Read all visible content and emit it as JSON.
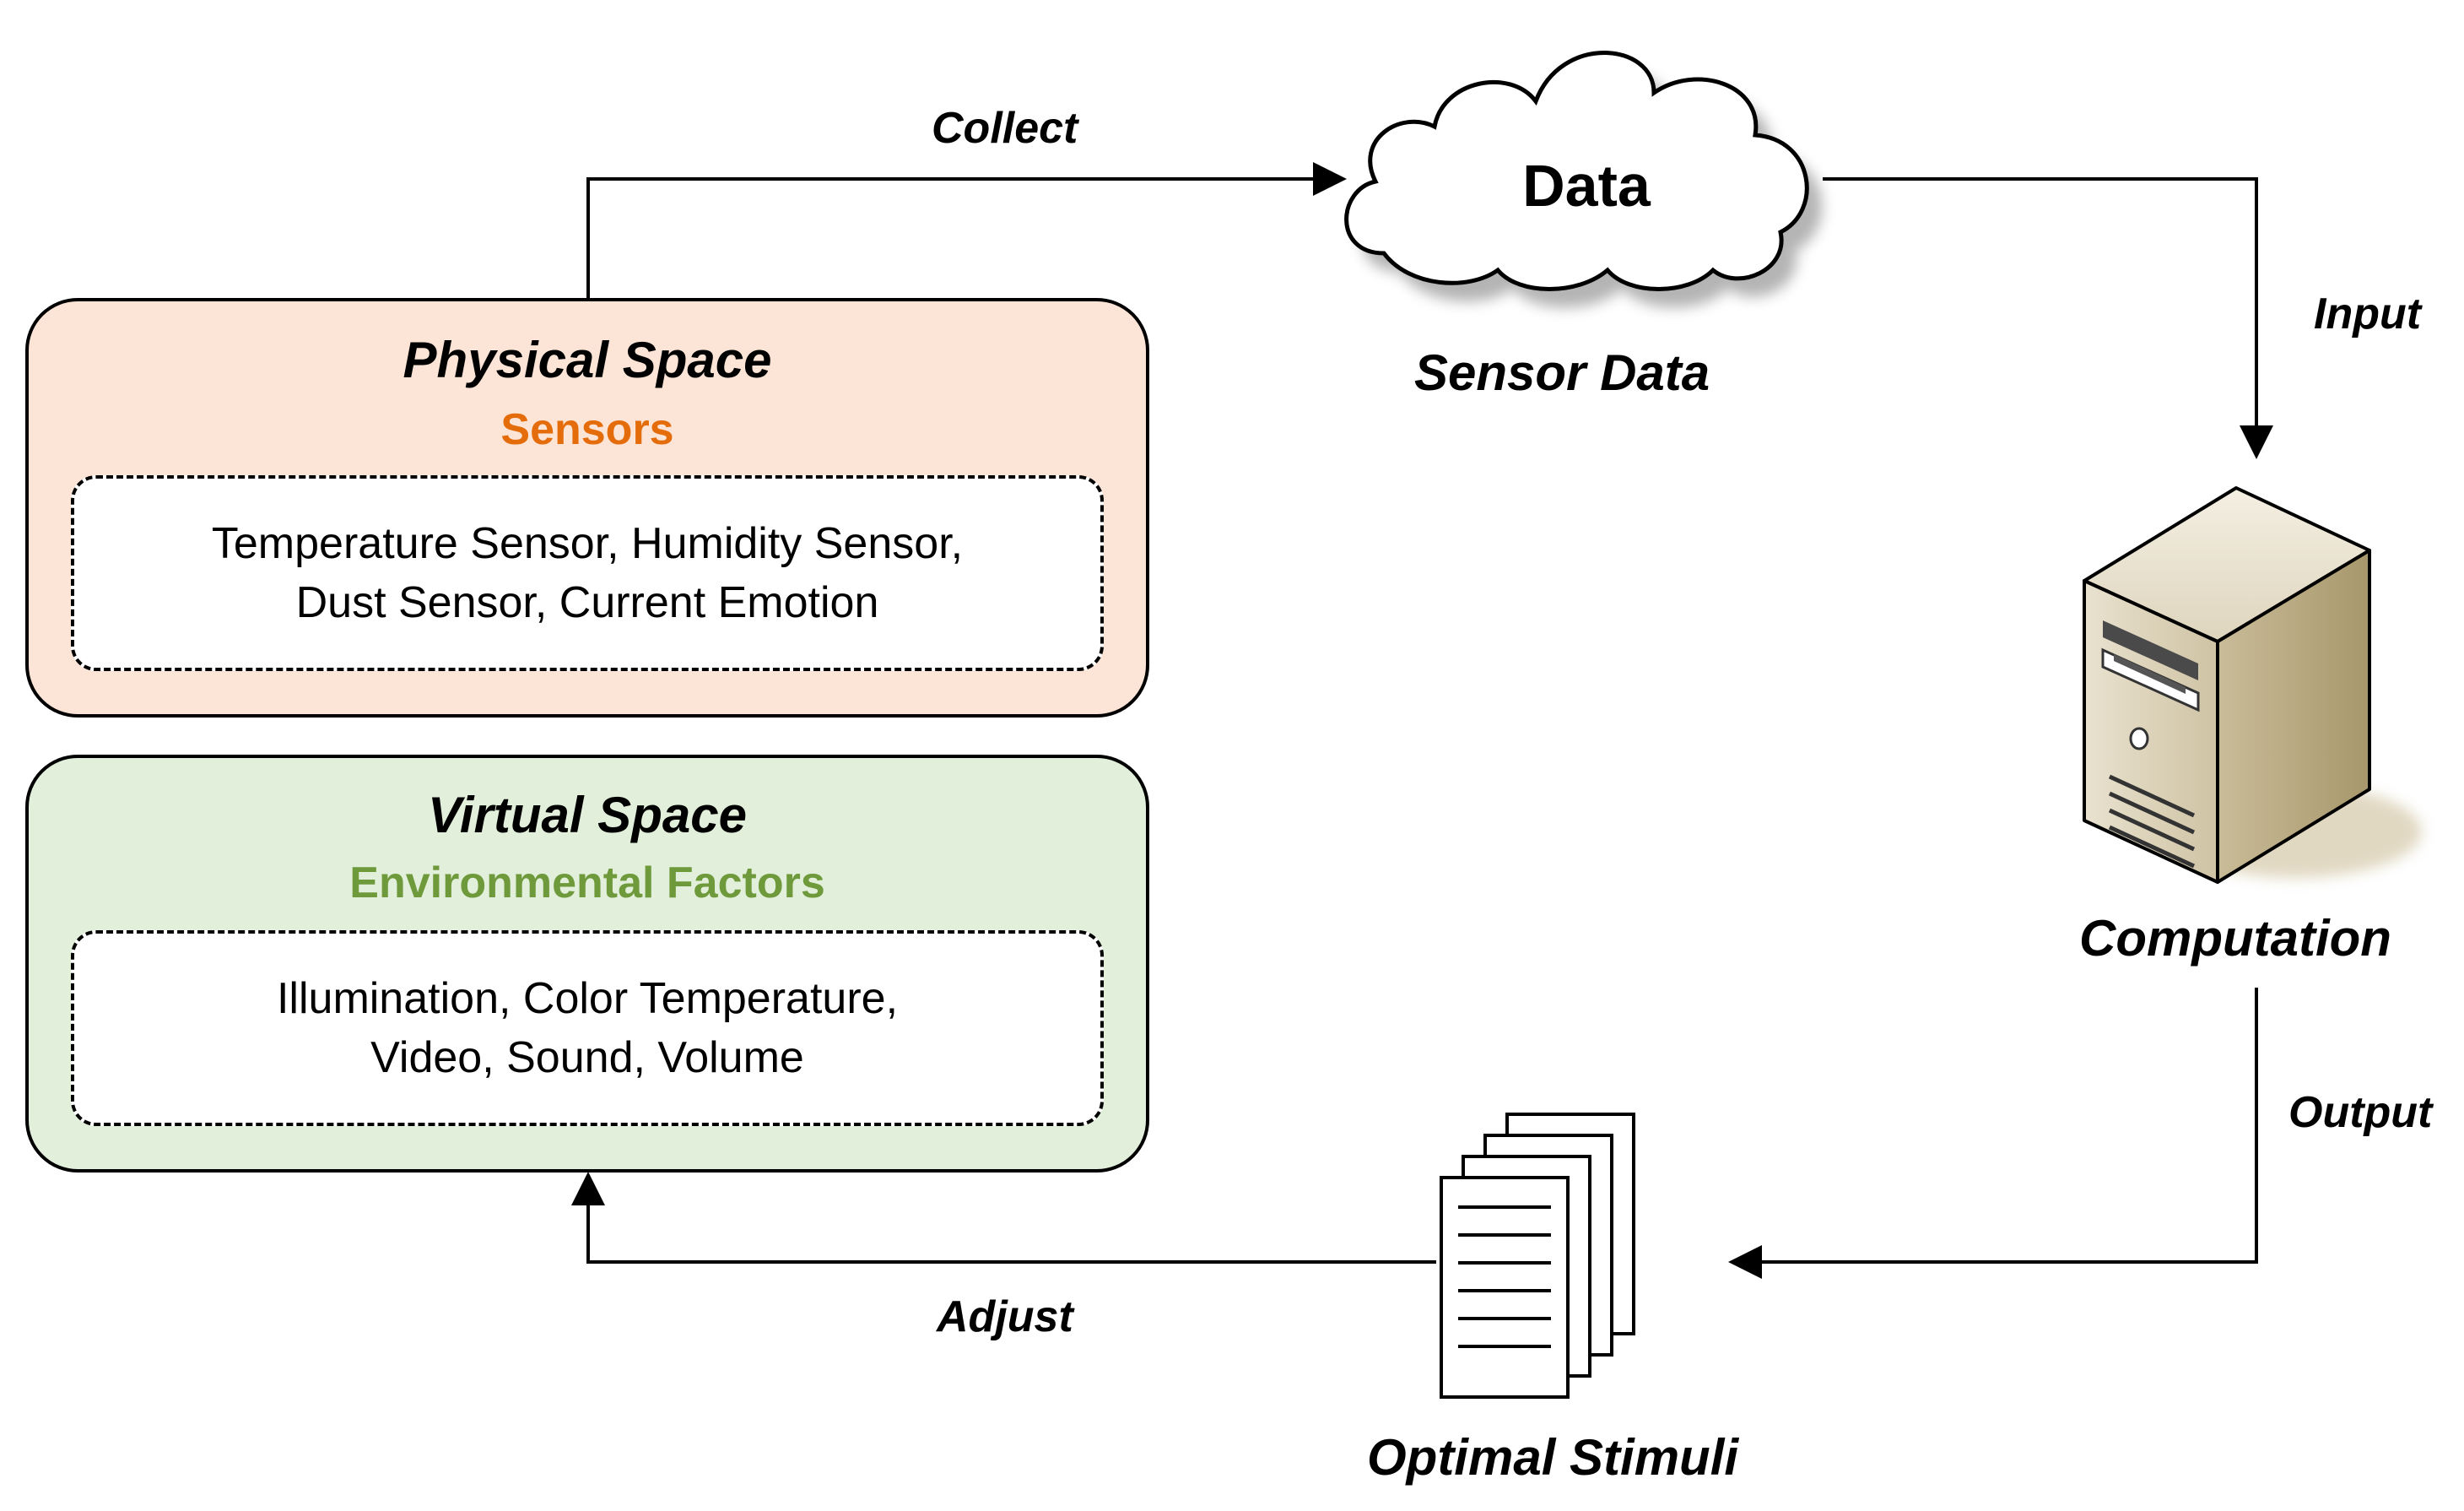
{
  "physical_space": {
    "title": "Physical Space",
    "subtitle": "Sensors",
    "items_line1": "Temperature Sensor, Humidity Sensor,",
    "items_line2": "Dust Sensor, Current Emotion"
  },
  "virtual_space": {
    "title": "Virtual Space",
    "subtitle": "Environmental Factors",
    "items_line1": "Illumination, Color Temperature,",
    "items_line2": "Video, Sound, Volume"
  },
  "cloud": {
    "inner_label": "Data",
    "caption": "Sensor Data"
  },
  "server": {
    "caption": "Computation"
  },
  "documents": {
    "caption": "Optimal Stimuli"
  },
  "edges": {
    "collect": "Collect",
    "input": "Input",
    "output": "Output",
    "adjust": "Adjust"
  },
  "colors": {
    "physical_fill": "#fce4d6",
    "physical_accent": "#e46c0a",
    "virtual_fill": "#e2efda",
    "virtual_accent": "#6e9a3c",
    "server_body": "#d9cfb8",
    "cloud_fill": "#ffffff"
  },
  "icons": {
    "cloud": "cloud-icon",
    "server": "server-tower-icon",
    "documents": "document-stack-icon"
  }
}
